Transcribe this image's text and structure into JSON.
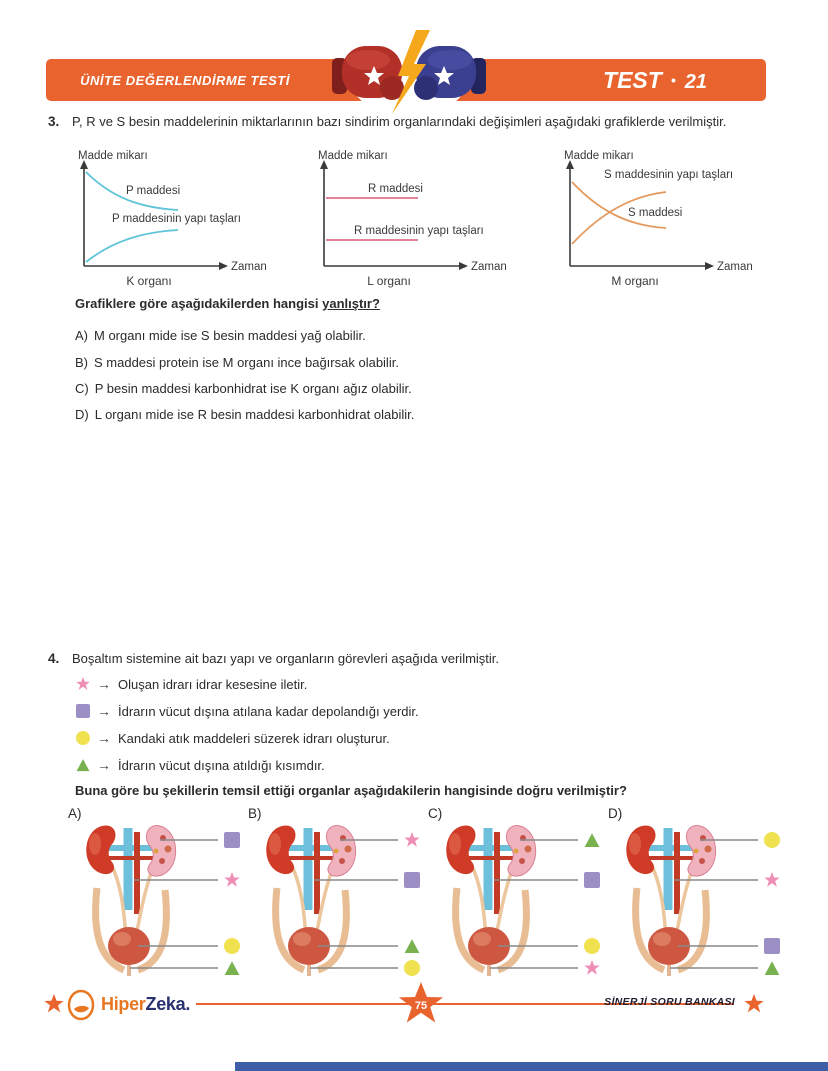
{
  "header": {
    "banner_title": "ÜNİTE DEĞERLENDİRME TESTİ",
    "test_label": "TEST",
    "test_separator": "•",
    "test_number": "21",
    "banner_color": "#e9632f",
    "glove_left_color": "#b23028",
    "glove_right_color": "#3b3f8f",
    "bolt_color": "#f6a81d"
  },
  "q3": {
    "number": "3.",
    "lead": "P, R ve S besin maddelerinin miktarlarının bazı sindirim organlarındaki değişimleri aşağıdaki grafiklerde verilmiştir.",
    "graphs": [
      {
        "y_label": "Madde mikarı",
        "x_label": "Zaman",
        "organ": "K organı",
        "color": "#5fc4d8",
        "series": [
          {
            "label": "P maddesi",
            "trend": "decreasing-plateau"
          },
          {
            "label": "P maddesinin yapı taşları",
            "trend": "increasing-plateau"
          }
        ]
      },
      {
        "y_label": "Madde mikarı",
        "x_label": "Zaman",
        "organ": "L organı",
        "color": "#e0718c",
        "series": [
          {
            "label": "R maddesi",
            "trend": "constant"
          },
          {
            "label": "R maddesinin yapı taşları",
            "trend": "constant"
          }
        ]
      },
      {
        "y_label": "Madde mikarı",
        "x_label": "Zaman",
        "organ": "M organı",
        "color": "#e39a5f",
        "series": [
          {
            "label": "S maddesinin yapı taşları",
            "trend": "increasing-plateau"
          },
          {
            "label": "S maddesi",
            "trend": "decreasing-plateau"
          }
        ]
      }
    ],
    "stem_prefix": "Grafiklere göre aşağıdakilerden hangisi ",
    "stem_underlined": "yanlıştır?",
    "options": [
      {
        "letter": "A)",
        "text": "M organı mide ise S besin maddesi yağ olabilir."
      },
      {
        "letter": "B)",
        "text": "S maddesi protein ise M organı ince bağırsak olabilir."
      },
      {
        "letter": "C)",
        "text": "P besin maddesi karbonhidrat ise K organı ağız olabilir."
      },
      {
        "letter": "D)",
        "text": "L organı mide ise R besin maddesi karbonhidrat olabilir."
      }
    ]
  },
  "q4": {
    "number": "4.",
    "lead": "Boşaltım sistemine ait bazı yapı ve organların görevleri aşağıda verilmiştir.",
    "arrow": "→",
    "legend": [
      {
        "symbol": "star",
        "text": "Oluşan idrarı idrar kesesine iletir."
      },
      {
        "symbol": "square",
        "text": "İdrarın vücut dışına atılana kadar depolandığı yerdir."
      },
      {
        "symbol": "circle",
        "text": "Kandaki atık maddeleri süzerek idrarı oluşturur."
      },
      {
        "symbol": "triangle",
        "text": "İdrarın vücut dışına atıldığı kısımdır."
      }
    ],
    "stem": "Buna göre bu şekillerin temsil ettiği organlar aşağıdakilerin hangisinde doğru verilmiştir?",
    "pointer_order": [
      "kidney",
      "ureter",
      "bladder",
      "urethra"
    ],
    "options": [
      {
        "letter": "A)",
        "labels": [
          "square",
          "star",
          "circle",
          "triangle"
        ]
      },
      {
        "letter": "B)",
        "labels": [
          "star",
          "square",
          "triangle",
          "circle"
        ]
      },
      {
        "letter": "C)",
        "labels": [
          "triangle",
          "square",
          "circle",
          "star"
        ]
      },
      {
        "letter": "D)",
        "labels": [
          "circle",
          "star",
          "square",
          "triangle"
        ]
      }
    ]
  },
  "symbol_colors": {
    "star": "#ef8fb5",
    "square": "#9b8fc6",
    "circle": "#f0e14e",
    "triangle": "#7ab14f"
  },
  "footer": {
    "brand_hiper": "Hiper",
    "brand_zeka": "Zeka.",
    "page_number": "75",
    "right_text": "SİNERJİ SORU BANKASI",
    "line_color": "#e9632f",
    "bottom_bar_color": "#3f5ea8"
  }
}
